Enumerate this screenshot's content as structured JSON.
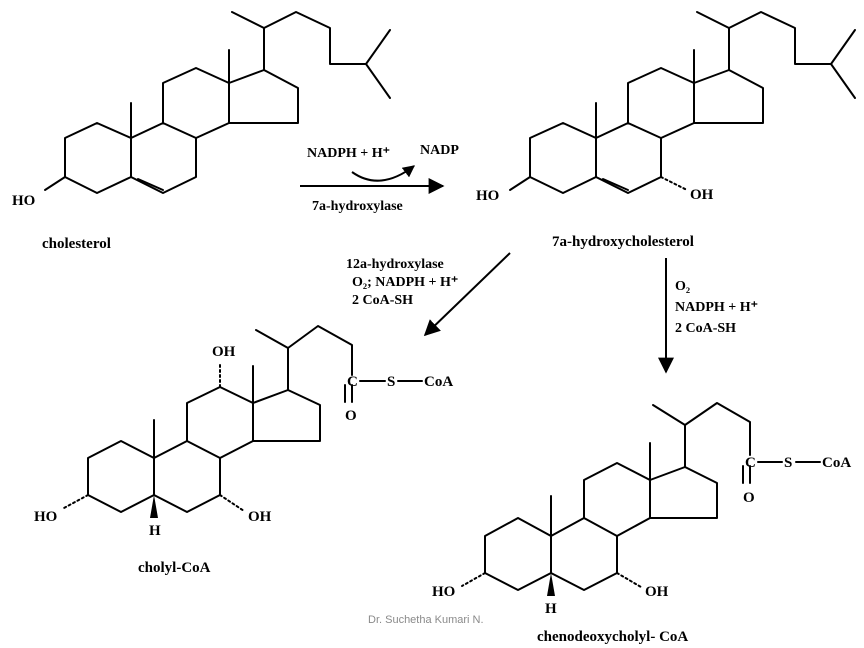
{
  "compounds": {
    "cholesterol": {
      "name": "cholesterol",
      "ho": "HO"
    },
    "hydroxycholesterol": {
      "name": "7a-hydroxycholesterol",
      "ho3": "HO",
      "oh7": "OH"
    },
    "cholyl": {
      "name": "cholyl-CoA",
      "oh12": "OH",
      "ho3": "HO",
      "oh7": "OH",
      "h5": "H",
      "c": "C",
      "o": "O",
      "s": "S",
      "coa": "CoA"
    },
    "chenodeoxycholyl": {
      "name": "chenodeoxycholyl- CoA",
      "ho3": "HO",
      "oh7": "OH",
      "h5": "H",
      "c": "C",
      "o": "O",
      "s": "S",
      "coa": "CoA"
    }
  },
  "reactions": {
    "step1": {
      "cofactor_in": "NADPH + H⁺",
      "cofactor_out": "NADP",
      "enzyme": "7a-hydroxylase"
    },
    "step2": {
      "enzyme": "12a-hydroxylase",
      "line2": "O₂; NADPH + H⁺",
      "line3": "2 CoA-SH"
    },
    "step3": {
      "line1": "O₂",
      "line2": "NADPH + H⁺",
      "line3": "2 CoA-SH"
    }
  },
  "credit": "Dr. Suchetha Kumari N."
}
